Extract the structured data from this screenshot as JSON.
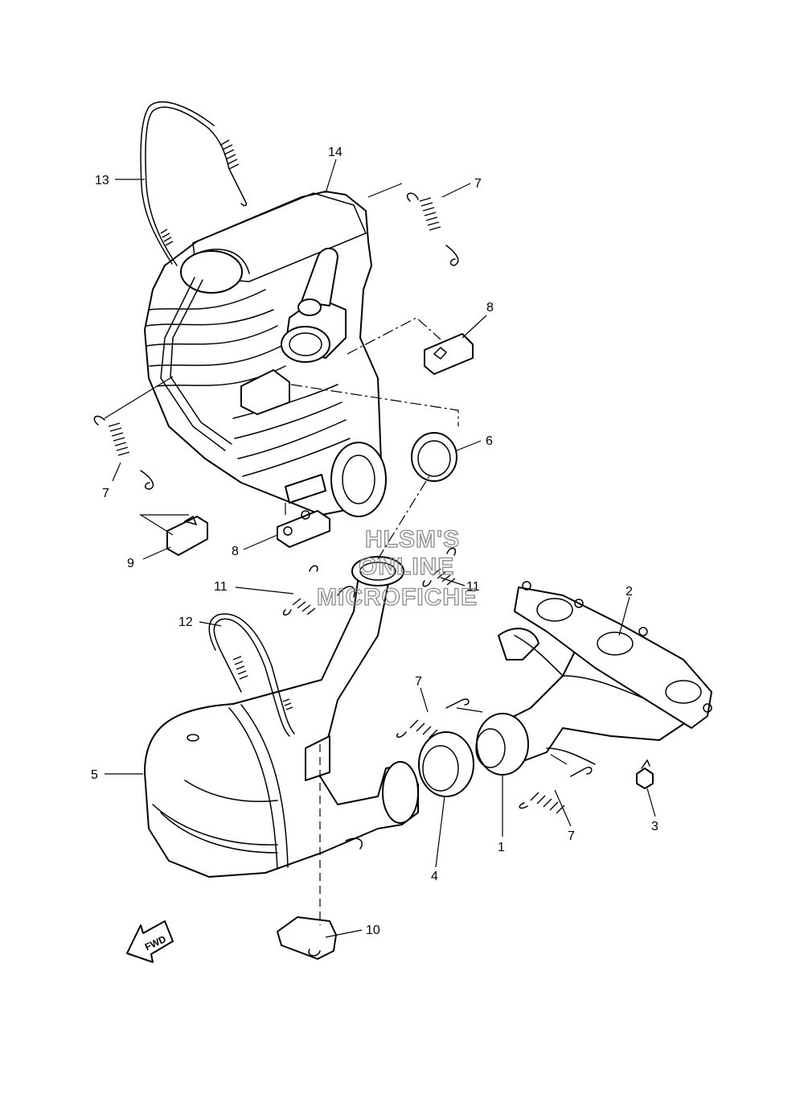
{
  "diagram": {
    "callouts": [
      {
        "id": "c13",
        "label": "13"
      },
      {
        "id": "c14",
        "label": "14"
      },
      {
        "id": "c7a",
        "label": "7"
      },
      {
        "id": "c8a",
        "label": "8"
      },
      {
        "id": "c6",
        "label": "6"
      },
      {
        "id": "c7b",
        "label": "7"
      },
      {
        "id": "c9",
        "label": "9"
      },
      {
        "id": "c8b",
        "label": "8"
      },
      {
        "id": "c11a",
        "label": "11"
      },
      {
        "id": "c11b",
        "label": "11"
      },
      {
        "id": "c12",
        "label": "12"
      },
      {
        "id": "c2",
        "label": "2"
      },
      {
        "id": "c7c",
        "label": "7"
      },
      {
        "id": "c5",
        "label": "5"
      },
      {
        "id": "c3",
        "label": "3"
      },
      {
        "id": "c7d",
        "label": "7"
      },
      {
        "id": "c1",
        "label": "1"
      },
      {
        "id": "c4",
        "label": "4"
      },
      {
        "id": "c10",
        "label": "10"
      }
    ],
    "fwd_label": "FWD"
  },
  "watermark": {
    "lines": [
      "HLSM'S",
      "ONLINE",
      "MICROFICHE"
    ]
  }
}
